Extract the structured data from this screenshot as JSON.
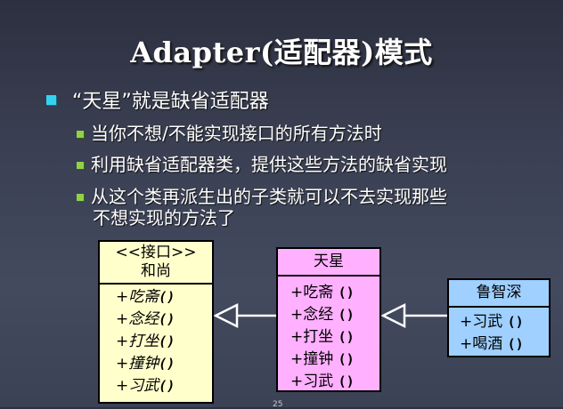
{
  "slide": {
    "title": "Adapter(适配器)模式",
    "bullet_main": "“天星”就是缺省适配器",
    "bullets": [
      "当你不想/不能实现接口的所有方法时",
      "利用缺省适配器类，提供这些方法的缺省实现",
      "从这个类再派生出的子类就可以不去实现那些",
      "不想实现的方法了"
    ],
    "page_number": "25"
  },
  "diagram": {
    "interface_box": {
      "stereotype": "<<接口>>",
      "name": "和尚",
      "ops": [
        "+吃斋",
        "+念经",
        "+打坐",
        "+撞钟",
        "+习武"
      ],
      "paren": "()",
      "fill": "#ffffcc"
    },
    "adapter_box": {
      "name": "天星",
      "ops": [
        "+吃斋",
        "+念经",
        "+打坐",
        "+撞钟",
        "+习武"
      ],
      "paren": "()",
      "fill": "#ffb0ff"
    },
    "subclass_box": {
      "name": "鲁智深",
      "ops": [
        "+习武",
        "+喝酒"
      ],
      "paren": "()",
      "fill": "#9fd0ff"
    }
  }
}
